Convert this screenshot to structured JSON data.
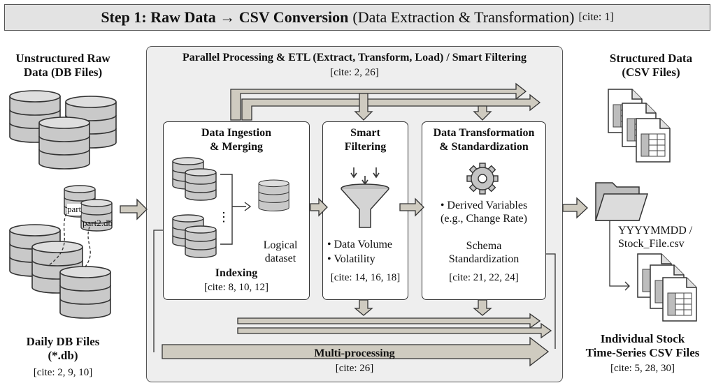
{
  "title": {
    "bold": "Step 1: Raw Data → CSV Conversion",
    "normal": "(Data Extraction & Transformation)",
    "cite": "[cite: 1]"
  },
  "left": {
    "heading_line1": "Unstructured Raw",
    "heading_line2": "Data (DB Files)",
    "part1_label": "part",
    "part2_label": "part2.db",
    "bottom_line1": "Daily DB Files",
    "bottom_line2": "(*.db)",
    "bottom_cite": "[cite: 2, 9, 10]"
  },
  "panel": {
    "title": "Parallel Processing & ETL (Extract, Transform, Load) / Smart Filtering",
    "cite": "[cite: 2, 26]",
    "multiprocessing_label": "Multi-processing",
    "multiprocessing_cite": "[cite: 26]"
  },
  "stage1": {
    "title_line1": "Data Ingestion",
    "title_line2": "& Merging",
    "dataset_line1": "Logical",
    "dataset_line2": "dataset",
    "indexing": "Indexing",
    "cite": "[cite: 8, 10, 12]"
  },
  "stage2": {
    "title_line1": "Smart",
    "title_line2": "Filtering",
    "bullet1": "• Data Volume",
    "bullet2": "• Volatility",
    "cite": "[cite: 14, 16, 18]"
  },
  "stage3": {
    "title_line1": "Data Transformation",
    "title_line2": "& Standardization",
    "bullet_line1": "• Derived Variables",
    "bullet_line2": "(e.g., Change Rate)",
    "schema_line1": "Schema",
    "schema_line2": "Standardization",
    "cite": "[cite: 21, 22, 24]"
  },
  "right": {
    "heading_line1": "Structured Data",
    "heading_line2": "(CSV Files)",
    "path_line1": "YYYYMMDD /",
    "path_line2": "Stock_File.csv",
    "bottom_line1": "Individual Stock",
    "bottom_line2": "Time-Series CSV Files",
    "bottom_cite": "[cite: 5, 28, 30]"
  },
  "colors": {
    "arrow_fill": "#cfcbc0",
    "db_fill": "#c9c9c9",
    "panel_bg": "#eeeeee",
    "title_bg": "#e3e3e3"
  }
}
